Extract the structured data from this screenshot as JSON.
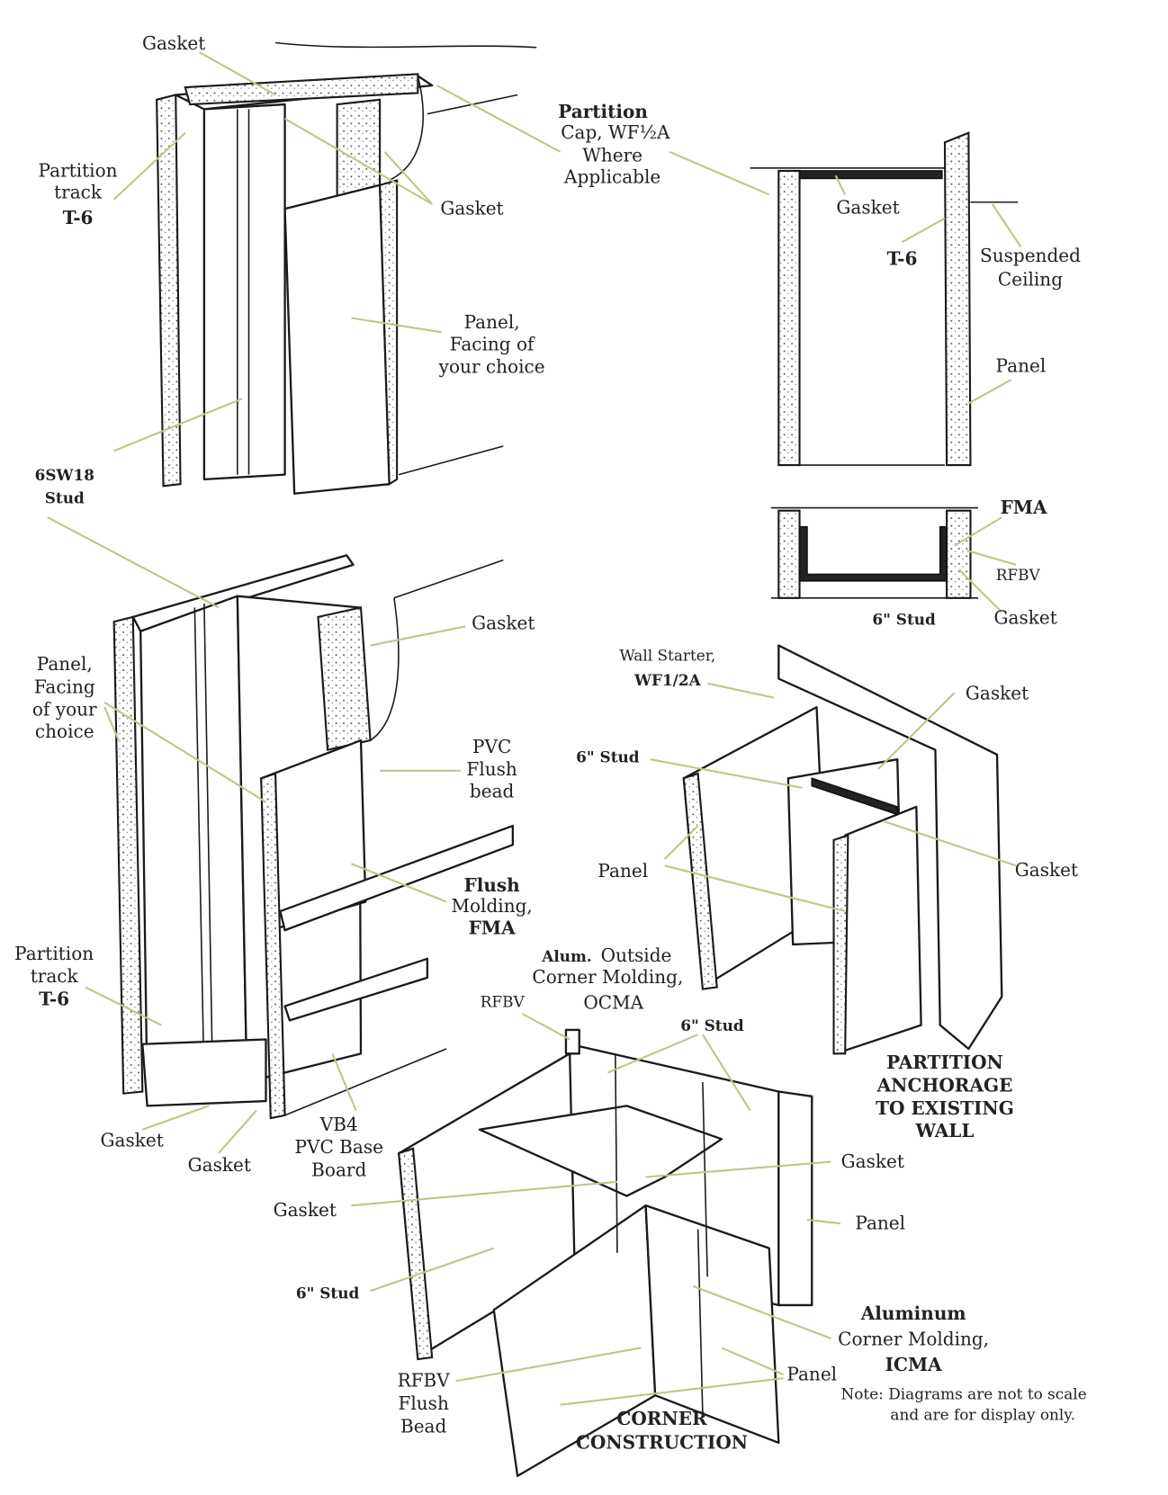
{
  "labels": {
    "top_gasket": "Gasket",
    "partition_track_1": "Partition",
    "partition_track_2": "track",
    "partition_track_3": "T-6",
    "partition_cap_1": "Partition",
    "partition_cap_2": "Cap, WF½A",
    "partition_cap_3": "Where",
    "partition_cap_4": "Applicable",
    "gasket_mid_top": "Gasket",
    "section_gasket": "Gasket",
    "section_t6": "T-6",
    "suspended_1": "Suspended",
    "suspended_2": "Ceiling",
    "panel_facing_1": "Panel,",
    "panel_facing_2": "Facing of",
    "panel_facing_3": "your choice",
    "section_panel": "Panel",
    "stud_6sw18_1": "6SW18",
    "stud_6sw18_2": "Stud",
    "fma": "FMA",
    "rfbv_section": "RFBV",
    "stud_section": "6\" Stud",
    "gasket_section_bottom": "Gasket",
    "gasket_mid": "Gasket",
    "panel_left_1": "Panel,",
    "panel_left_2": "Facing",
    "panel_left_3": "of your",
    "panel_left_4": "choice",
    "wall_starter_1": "Wall Starter,",
    "wall_starter_2": "WF1/2A",
    "gasket_anchor_top": "Gasket",
    "pvc_1": "PVC",
    "pvc_2": "Flush",
    "pvc_3": "bead",
    "stud_anchor": "6\" Stud",
    "panel_anchor": "Panel",
    "gasket_anchor": "Gasket",
    "flush_1": "Flush",
    "flush_2": "Molding,",
    "flush_3": "FMA",
    "ocma_1a": "Alum.",
    "ocma_1b": "Outside",
    "ocma_2": "Corner Molding,",
    "ocma_3": "OCMA",
    "track_lower_1": "Partition",
    "track_lower_2": "track",
    "track_lower_3": "T-6",
    "rfbv_corner": "RFBV",
    "stud_corner_top": "6\" Stud",
    "anchorage_1": "PARTITION",
    "anchorage_2": "ANCHORAGE",
    "anchorage_3": "TO EXISTING",
    "anchorage_4": "WALL",
    "gasket_base_1": "Gasket",
    "gasket_base_2": "Gasket",
    "vb4_1": "VB4",
    "vb4_2": "PVC Base",
    "vb4_3": "Board",
    "gasket_corner_r": "Gasket",
    "gasket_corner_l": "Gasket",
    "panel_corner_r": "Panel",
    "stud_corner_l": "6\" Stud",
    "icma_1": "Aluminum",
    "icma_2": "Corner Molding,",
    "icma_3": "ICMA",
    "panel_corner_b": "Panel",
    "rfbv_flush_1": "RFBV",
    "rfbv_flush_2": "Flush",
    "rfbv_flush_3": "Bead",
    "note_1": "Note: Diagrams are not to scale",
    "note_2": "and are for display only.",
    "corner_1": "CORNER",
    "corner_2": "CONSTRUCTION"
  }
}
